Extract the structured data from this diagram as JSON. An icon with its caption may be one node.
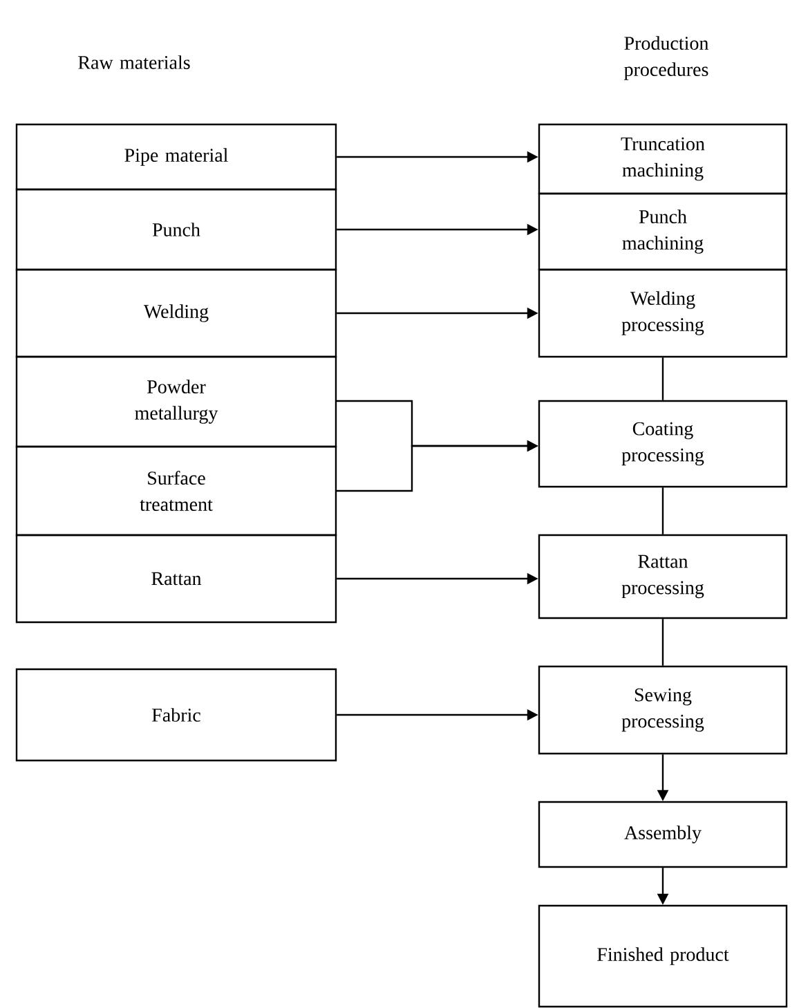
{
  "diagram": {
    "nodes": [
      {
        "text": [
          "Pipe material"
        ]
      },
      {
        "text": [
          "Punch"
        ]
      },
      {
        "text": [
          "Welding"
        ]
      },
      {
        "text": [
          "Powder metallurgy"
        ]
      },
      {
        "text": [
          "Surface treatment"
        ]
      },
      {
        "text": [
          "Rattan"
        ]
      },
      {
        "text": [
          "Fabric"
        ]
      },
      {
        "text": [
          "Truncation machining"
        ]
      },
      {
        "text": [
          "Punch machining"
        ]
      },
      {
        "text": [
          "Welding processing"
        ]
      },
      {
        "text": [
          "Coating processing"
        ]
      },
      {
        "text": [
          "Rattan processing"
        ]
      },
      {
        "text": [
          "Sewing processing"
        ]
      },
      {
        "text": [
          "Assembly"
        ]
      },
      {
        "text": [
          "Finished product"
        ]
      }
    ],
    "edges": [
      {
        "from": 0,
        "to": 7,
        "arrow": "to"
      },
      {
        "from": 1,
        "to": 8,
        "arrow": "to"
      },
      {
        "from": 2,
        "to": 9,
        "arrow": "to"
      },
      {
        "from": 3,
        "to": 10,
        "arrow": "to"
      },
      {
        "from": 4,
        "to": 10,
        "arrow": "to"
      },
      {
        "from": 5,
        "to": 11,
        "arrow": "to"
      },
      {
        "from": 6,
        "to": 12,
        "arrow": "to"
      },
      {
        "from": 9,
        "to": 10,
        "arrow": "none"
      },
      {
        "from": 10,
        "to": 11,
        "arrow": "none"
      },
      {
        "from": 11,
        "to": 12,
        "arrow": "none"
      },
      {
        "from": 12,
        "to": 13,
        "arrow": "to"
      },
      {
        "from": 13,
        "to": 14,
        "arrow": "to"
      }
    ],
    "labels": [
      "Raw materials",
      "Production procedures"
    ]
  }
}
